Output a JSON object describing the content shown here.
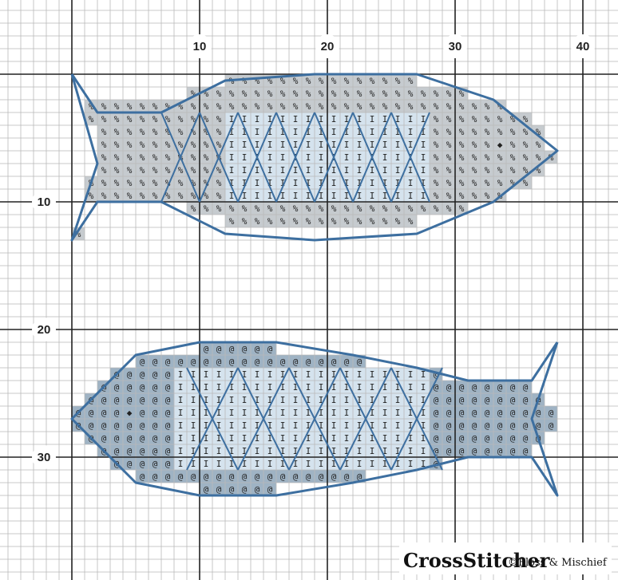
{
  "chart": {
    "x_markers": [
      "10",
      "20",
      "30",
      "40"
    ],
    "y_markers": [
      "10",
      "20",
      "30"
    ]
  },
  "symbols": {
    "silver": "%",
    "light_blue": "I",
    "grey_blue": "@",
    "eye": "◆"
  },
  "colors": {
    "outline": "#3d6fa0",
    "silver_fill": "#c6cbcf",
    "light_blue_fill": "#d5e3ee",
    "grey_blue_fill": "#9fb3c4",
    "grid_minor": "#b9b9b9",
    "grid_major": "#222222"
  },
  "credit": {
    "brand": "CrossStitcher",
    "copyright": "©Floss & Mischief"
  }
}
